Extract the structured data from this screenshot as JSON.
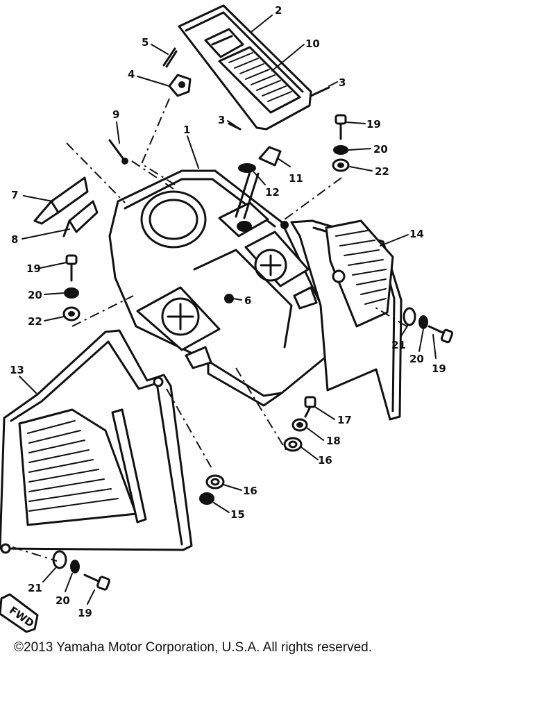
{
  "callouts": [
    {
      "id": "2",
      "text": "2"
    },
    {
      "id": "10",
      "text": "10"
    },
    {
      "id": "5",
      "text": "5"
    },
    {
      "id": "4",
      "text": "4"
    },
    {
      "id": "3a",
      "text": "3"
    },
    {
      "id": "3b",
      "text": "3"
    },
    {
      "id": "9",
      "text": "9"
    },
    {
      "id": "19a",
      "text": "19"
    },
    {
      "id": "20a",
      "text": "20"
    },
    {
      "id": "22a",
      "text": "22"
    },
    {
      "id": "1",
      "text": "1"
    },
    {
      "id": "11",
      "text": "11"
    },
    {
      "id": "12",
      "text": "12"
    },
    {
      "id": "7",
      "text": "7"
    },
    {
      "id": "8a",
      "text": "8"
    },
    {
      "id": "14",
      "text": "14"
    },
    {
      "id": "19b",
      "text": "19"
    },
    {
      "id": "20b",
      "text": "20"
    },
    {
      "id": "22b",
      "text": "22"
    },
    {
      "id": "6",
      "text": "6"
    },
    {
      "id": "21a",
      "text": "21"
    },
    {
      "id": "20c",
      "text": "20"
    },
    {
      "id": "19c",
      "text": "19"
    },
    {
      "id": "13",
      "text": "13"
    },
    {
      "id": "17",
      "text": "17"
    },
    {
      "id": "18",
      "text": "18"
    },
    {
      "id": "16a",
      "text": "16"
    },
    {
      "id": "16b",
      "text": "16"
    },
    {
      "id": "15",
      "text": "15"
    },
    {
      "id": "21b",
      "text": "21"
    },
    {
      "id": "20d",
      "text": "20"
    },
    {
      "id": "19d",
      "text": "19"
    }
  ],
  "fwd_label": "FWD",
  "copyright": "©2013 Yamaha Motor Corporation, U.S.A. All rights reserved."
}
